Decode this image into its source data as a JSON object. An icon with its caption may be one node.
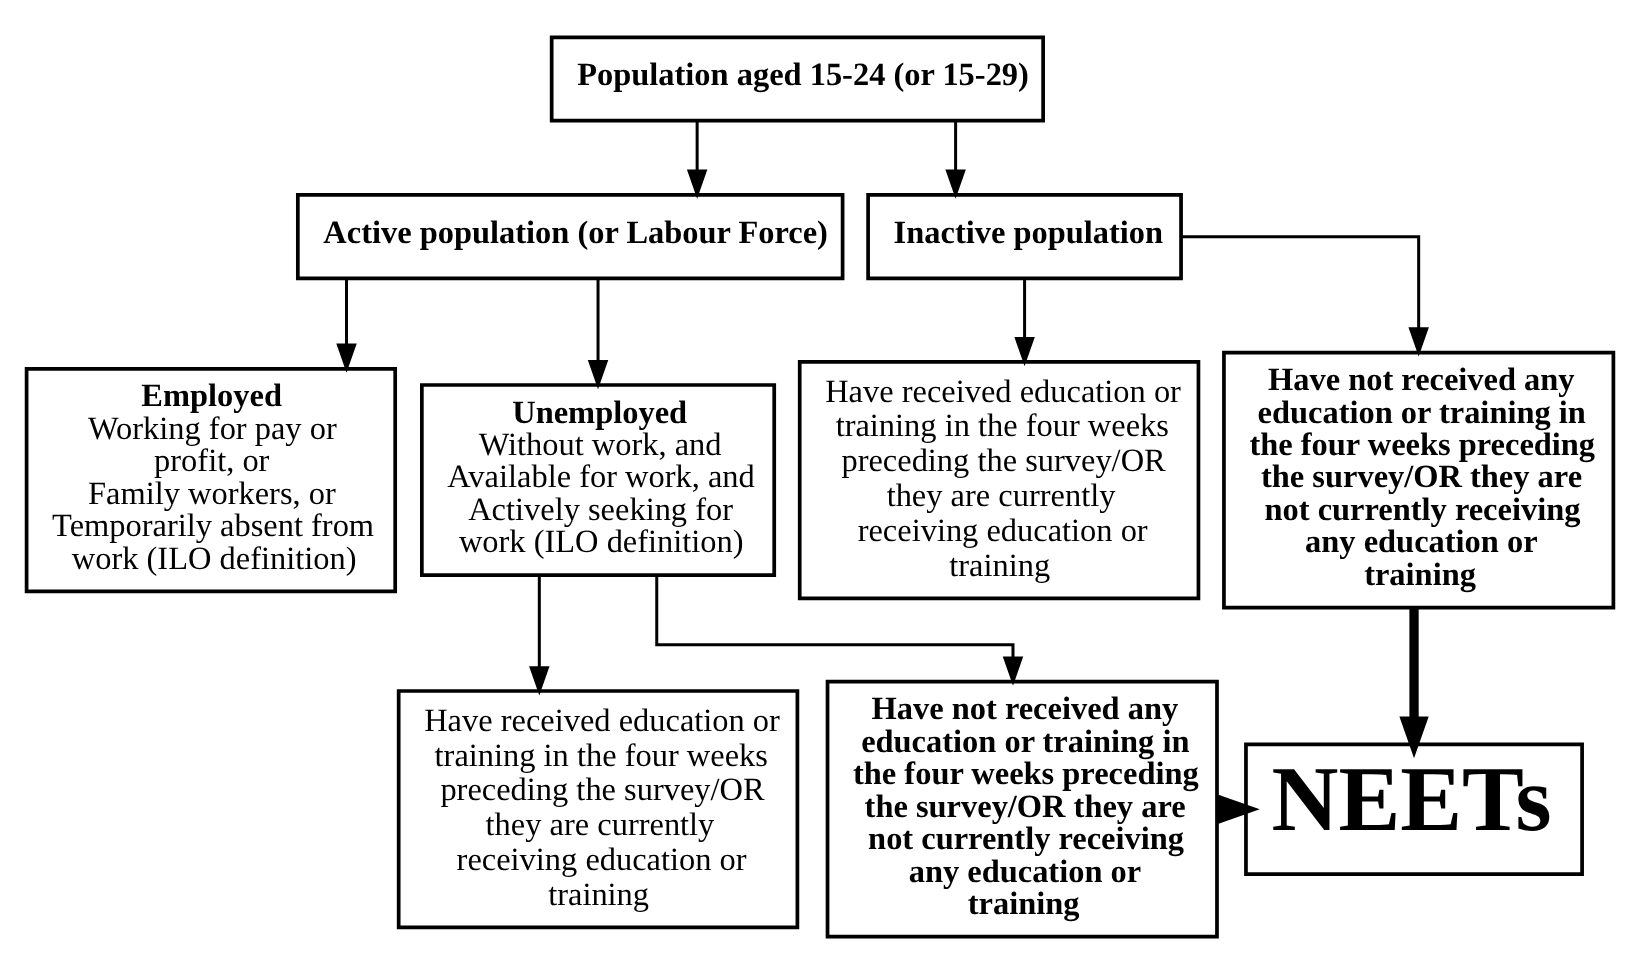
{
  "diagram": {
    "nodes": [
      {
        "text": [
          "Population aged 15-24 (or 15-29)"
        ]
      },
      {
        "text": [
          "Active population (or Labour Force)"
        ]
      },
      {
        "text": [
          "Inactive population"
        ]
      },
      {
        "text": [
          "Employed",
          "Working for pay or profit, or",
          "Family workers, or",
          "Temporarily absent from work (ILO definition)"
        ]
      },
      {
        "text": [
          "Unemployed",
          "Without work, and",
          "Available for work, and",
          "Actively seeking for work (ILO definition)"
        ]
      },
      {
        "text": [
          "Have received education or training in the four weeks preceding the survey/OR they are currently receiving education or training"
        ]
      },
      {
        "text": [
          "Have not received any education or training in the four weeks preceding the survey/OR they are not currently receiving any education or training"
        ]
      },
      {
        "text": [
          "Have received education or training in the four weeks preceding the survey/OR they are currently receiving education or training"
        ]
      },
      {
        "text": [
          "Have not received any education or training in the four weeks preceding the survey/OR they are not currently receiving any education or training"
        ]
      },
      {
        "text": [
          "NEETs"
        ]
      }
    ],
    "edges": [
      {
        "from": 0,
        "to": 1,
        "arrow": "to"
      },
      {
        "from": 0,
        "to": 2,
        "arrow": "to"
      },
      {
        "from": 1,
        "to": 3,
        "arrow": "to"
      },
      {
        "from": 1,
        "to": 4,
        "arrow": "to"
      },
      {
        "from": 2,
        "to": 5,
        "arrow": "to"
      },
      {
        "from": 2,
        "to": 6,
        "arrow": "to"
      },
      {
        "from": 4,
        "to": 7,
        "arrow": "to"
      },
      {
        "from": 4,
        "to": 8,
        "arrow": "to"
      },
      {
        "from": 6,
        "to": 9,
        "arrow": "to",
        "style": "thick"
      },
      {
        "from": 8,
        "to": 9,
        "arrow": "to",
        "style": "thick"
      }
    ]
  }
}
